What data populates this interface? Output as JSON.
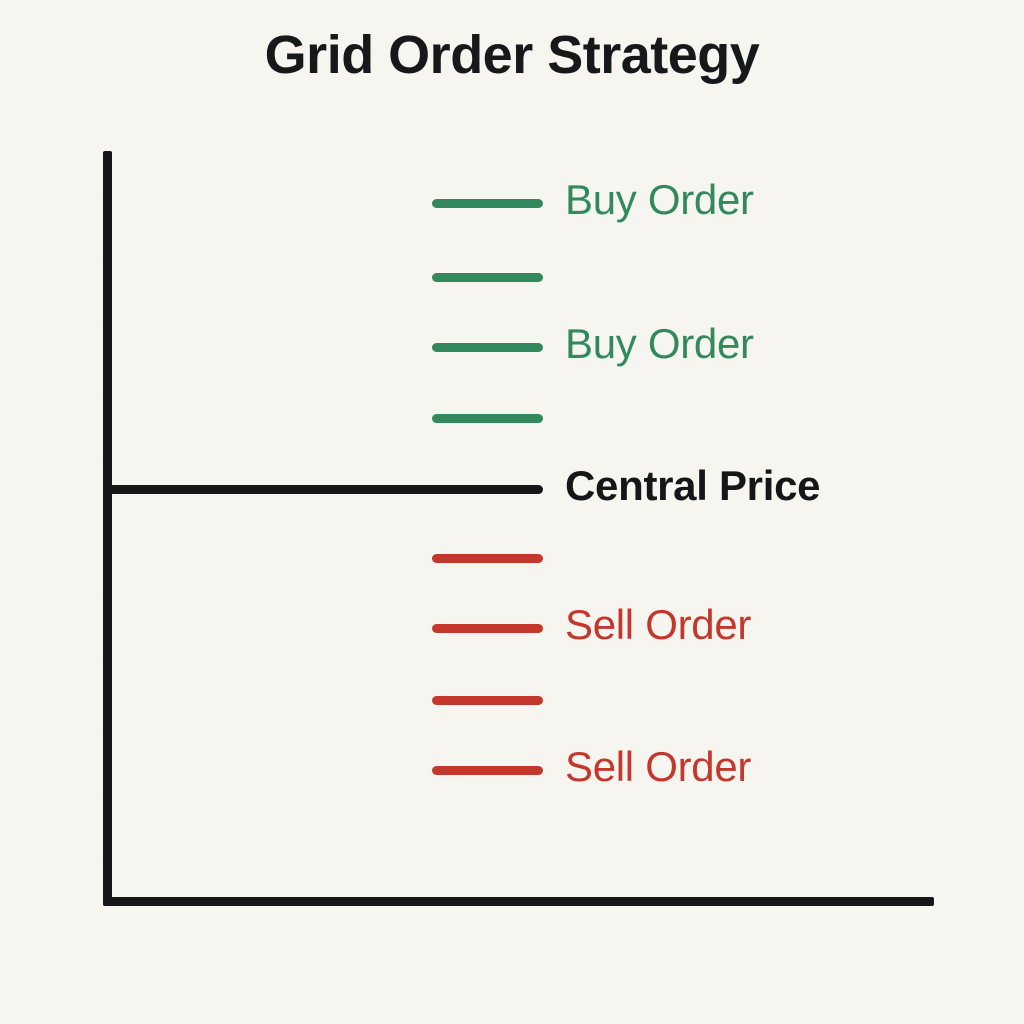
{
  "figure": {
    "title": "Grid Order Strategy",
    "background_color": "#F7F5F0",
    "axis_color": "#141618"
  },
  "colors": {
    "buy": "#32895B",
    "sell": "#C4382C",
    "central": "#141618"
  },
  "labels": {
    "buy_order_top": "Buy Order",
    "buy_order_mid": "Buy Order",
    "central_price": "Central Price",
    "sell_order_mid": "Sell Order",
    "sell_order_bottom": "Sell Order"
  },
  "chart_data": {
    "type": "line",
    "title": "Grid Order Strategy",
    "xlabel": "",
    "ylabel": "",
    "grid": false,
    "legend": "inline-annotations",
    "description": "Schematic of a grid trading strategy: four horizontal buy-order levels stacked above a central price line, and four horizontal sell-order levels stacked below it.",
    "axes": {
      "y_axis": {
        "x": 107,
        "y_top": 153,
        "y_bottom": 902
      },
      "x_axis": {
        "y": 902,
        "x_left": 107,
        "x_right": 932
      }
    },
    "series": [
      {
        "name": "Buy Order",
        "color": "#32895B",
        "side": "buy",
        "levels": [
          {
            "index": 1,
            "y": 203,
            "x_start": 432,
            "x_end": 543,
            "label": "Buy Order"
          },
          {
            "index": 2,
            "y": 277,
            "x_start": 432,
            "x_end": 543,
            "label": ""
          },
          {
            "index": 3,
            "y": 347,
            "x_start": 432,
            "x_end": 543,
            "label": "Buy Order"
          },
          {
            "index": 4,
            "y": 418,
            "x_start": 432,
            "x_end": 543,
            "label": ""
          }
        ]
      },
      {
        "name": "Central Price",
        "color": "#141618",
        "side": "central",
        "levels": [
          {
            "index": 1,
            "y": 489,
            "x_start": 107,
            "x_end": 543,
            "label": "Central Price"
          }
        ]
      },
      {
        "name": "Sell Order",
        "color": "#C4382C",
        "side": "sell",
        "levels": [
          {
            "index": 1,
            "y": 558,
            "x_start": 432,
            "x_end": 543,
            "label": ""
          },
          {
            "index": 2,
            "y": 628,
            "x_start": 432,
            "x_end": 543,
            "label": "Sell Order"
          },
          {
            "index": 3,
            "y": 700,
            "x_start": 432,
            "x_end": 543,
            "label": ""
          },
          {
            "index": 4,
            "y": 770,
            "x_start": 432,
            "x_end": 543,
            "label": "Sell Order"
          }
        ]
      }
    ]
  }
}
